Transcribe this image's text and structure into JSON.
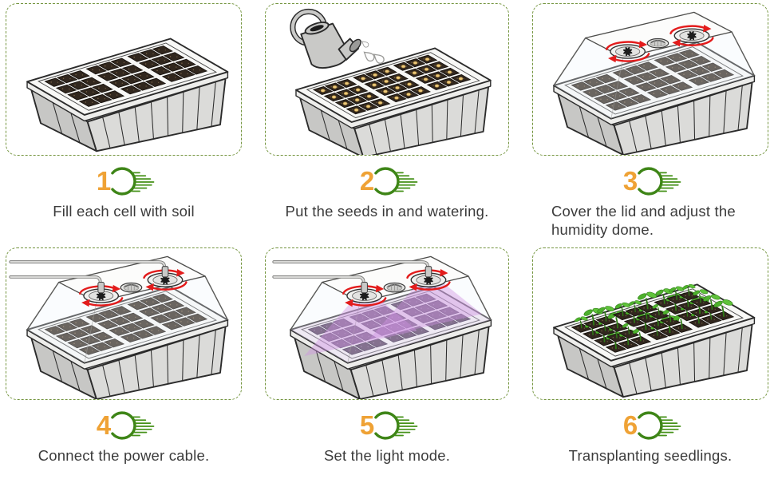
{
  "page": {
    "background": "#ffffff"
  },
  "colors": {
    "accent_orange": "#efa235",
    "accent_green": "#3e8517",
    "panel_border": "#74953f",
    "caption_text": "#3b3b3b",
    "soil": "#31271e",
    "seed": "#ebc87b",
    "leaf_green": "#4fb02e",
    "grow_light_purple": "#cf92e2",
    "rotation_arrow_red": "#e31c1c",
    "tray_gray": "#dbdbd9"
  },
  "steps": [
    {
      "number": "1",
      "caption": "Fill each cell with soil",
      "illustration": "soil",
      "icon": "soil-tray-icon"
    },
    {
      "number": "2",
      "caption": "Put the seeds in and watering.",
      "illustration": "seeds-watering",
      "icon": "watering-can-icon"
    },
    {
      "number": "3",
      "caption": "Cover the lid and adjust the humidity dome.",
      "illustration": "humidity-dome",
      "icon": "humidity-dome-icon"
    },
    {
      "number": "4",
      "caption": "Connect the power cable.",
      "illustration": "power-cable",
      "icon": "power-cable-icon"
    },
    {
      "number": "5",
      "caption": "Set the light mode.",
      "illustration": "light-mode",
      "icon": "grow-light-icon"
    },
    {
      "number": "6",
      "caption": "Transplanting seedlings.",
      "illustration": "seedlings",
      "icon": "seedling-icon"
    }
  ]
}
